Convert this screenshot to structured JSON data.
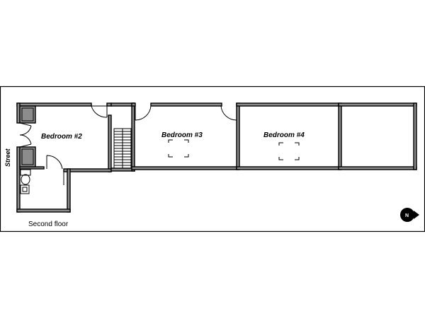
{
  "rooms": [
    {
      "id": "bedroom-2",
      "label": "Bedroom #2"
    },
    {
      "id": "bedroom-3",
      "label": "Bedroom #3"
    },
    {
      "id": "bedroom-4",
      "label": "Bedroom #4"
    }
  ],
  "street_label": "Street",
  "floor_label": "Second floor",
  "compass": {
    "letter": "N"
  }
}
